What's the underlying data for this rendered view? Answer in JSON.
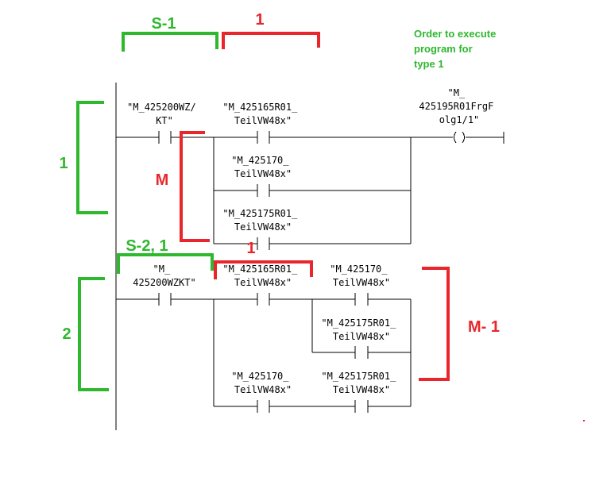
{
  "colors": {
    "green": "#2eb82e",
    "red": "#e8262b",
    "wire": "#000000"
  },
  "annotations": {
    "s1": "S-1",
    "one_top": "1",
    "order_note": [
      "Order to execute",
      "program for",
      "type 1"
    ],
    "rung1_num": "1",
    "m": "M",
    "one_mid": "1",
    "s2": "S-2, 1",
    "rung2_num": "2",
    "m1": "M- 1"
  },
  "rung1": {
    "contact_a": [
      "\"M_425200WZ/",
      "KT\""
    ],
    "contact_b": [
      "\"M_425165R01_",
      "TeilVW48x\""
    ],
    "contact_c": [
      "\"M_425170_",
      "TeilVW48x\""
    ],
    "contact_d": [
      "\"M_425175R01_",
      "TeilVW48x\""
    ],
    "coil": [
      "\"M_",
      "425195R01FrgF",
      "olg1/1\""
    ]
  },
  "rung2": {
    "contact_a": [
      "\"M_",
      "425200WZKT\""
    ],
    "contact_b": [
      "\"M_425165R01_",
      "TeilVW48x\""
    ],
    "contact_c": [
      "\"M_425170_",
      "TeilVW48x\""
    ],
    "contact_d": [
      "\"M_425175R01_",
      "TeilVW48x\""
    ],
    "contact_e": [
      "\"M_425170_",
      "TeilVW48x\""
    ],
    "contact_f": [
      "\"M_425175R01_",
      "TeilVW48x\""
    ]
  }
}
